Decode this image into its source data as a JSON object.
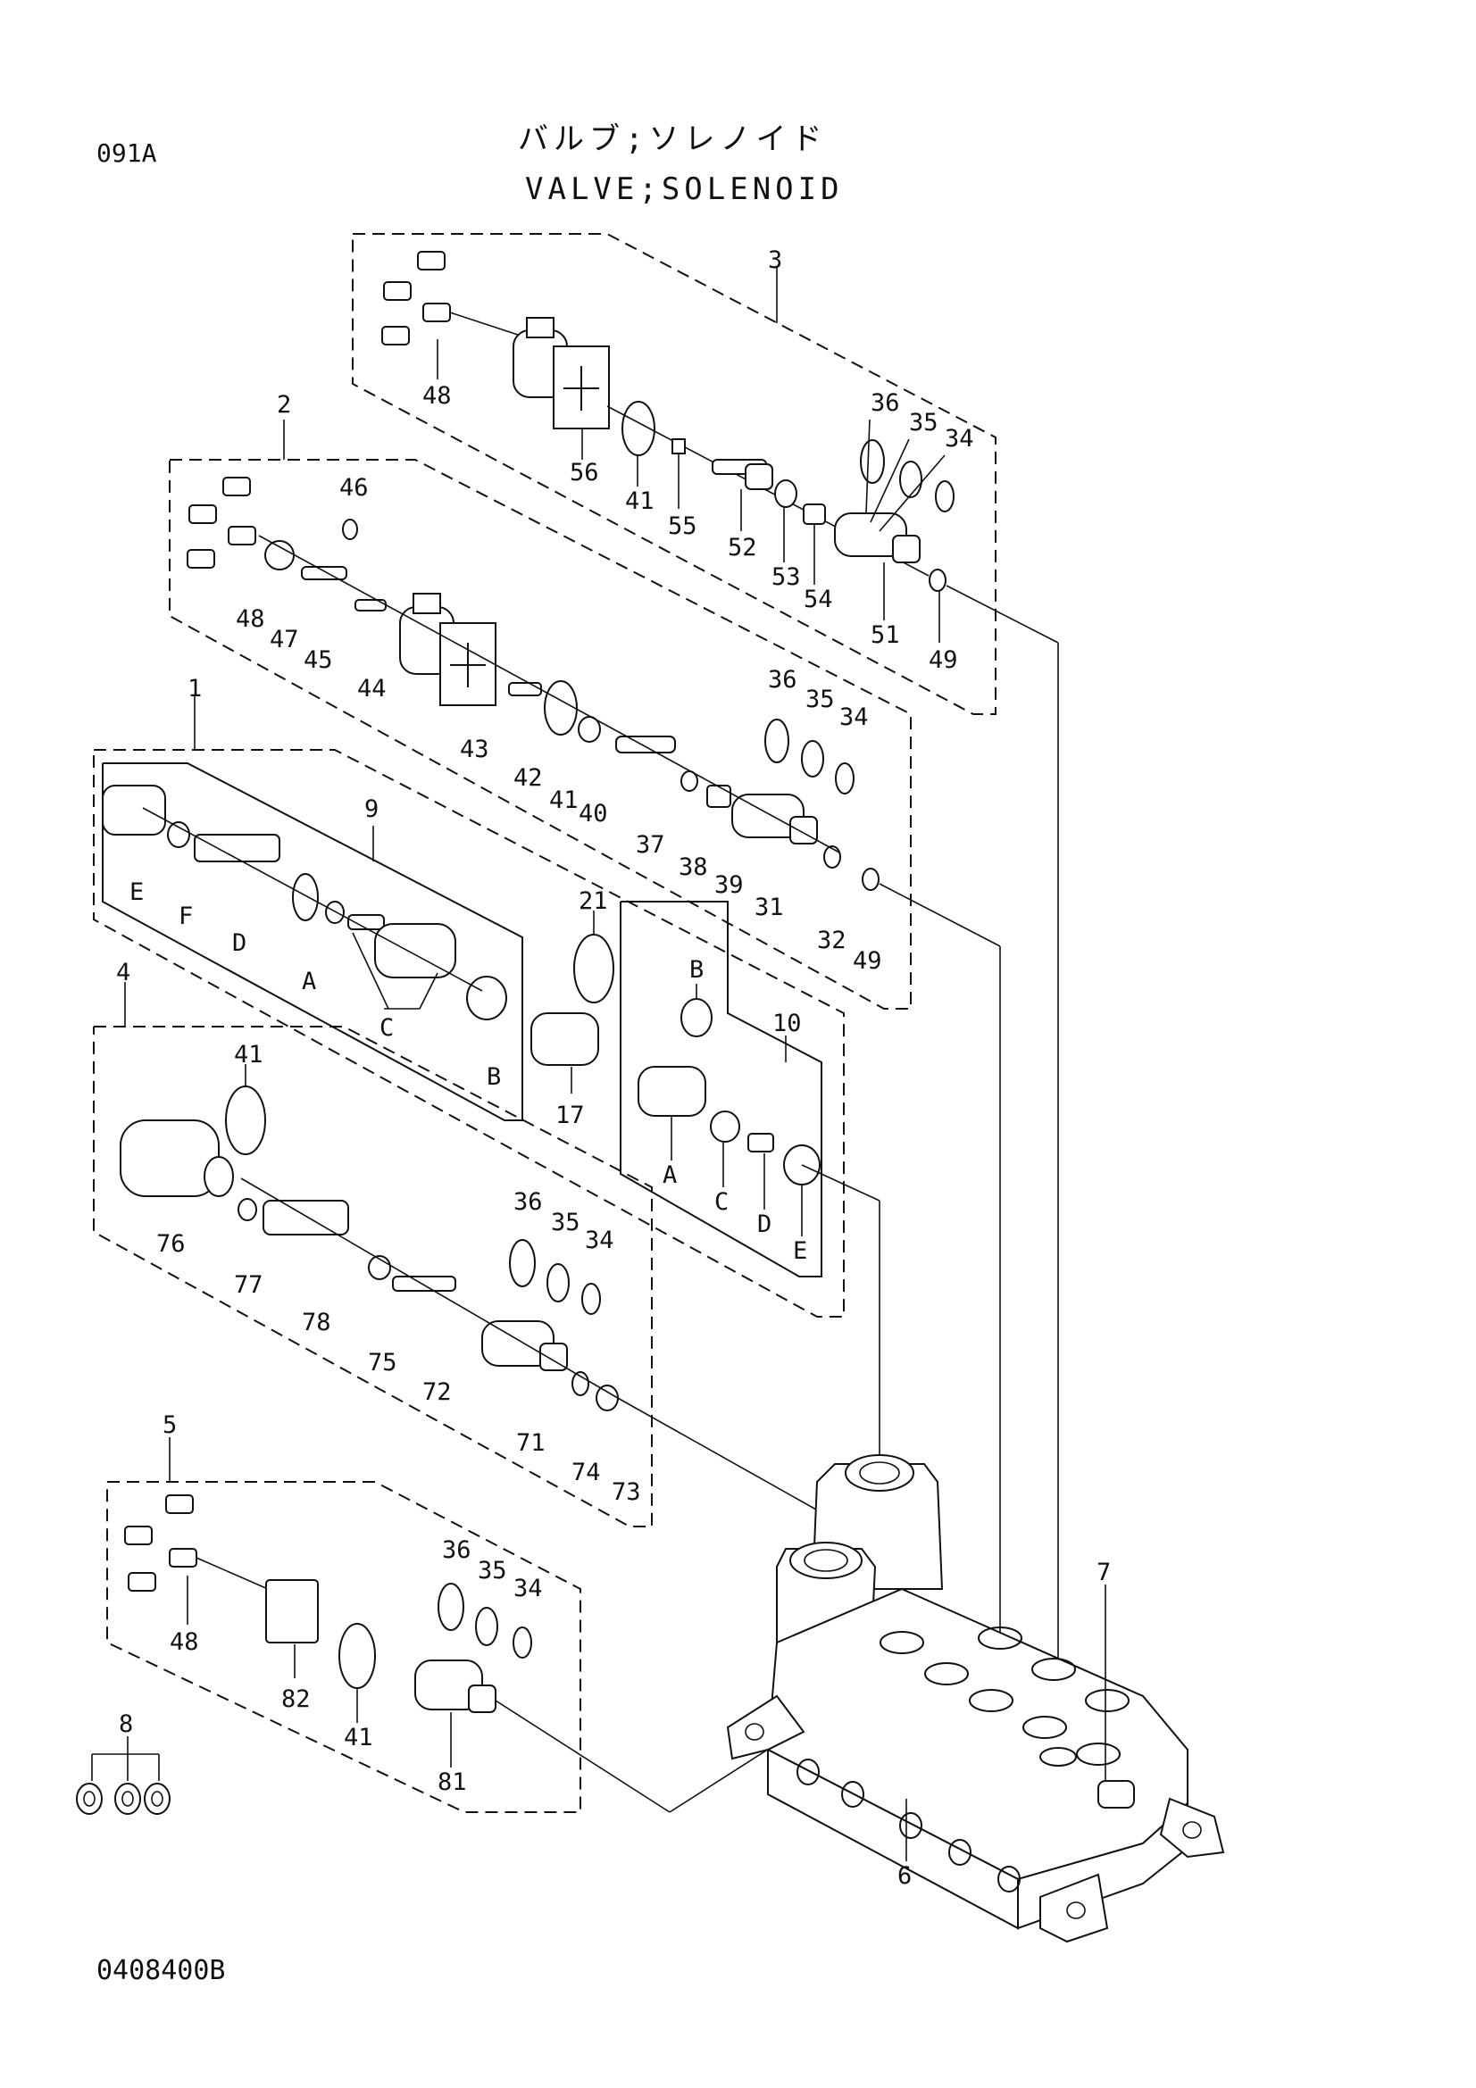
{
  "header": {
    "page_code": "091A",
    "title_jp": "バルブ;ソレノイド",
    "title_en": "VALVE;SOLENOID"
  },
  "footer": {
    "drawing_number": "0408400B"
  },
  "callouts": {
    "group_3": [
      "3",
      "48",
      "56",
      "41",
      "55",
      "52",
      "53",
      "54",
      "51",
      "49",
      "36",
      "35",
      "34"
    ],
    "group_2": [
      "2",
      "46",
      "48",
      "47",
      "45",
      "44",
      "43",
      "42",
      "41",
      "40",
      "37",
      "38",
      "39",
      "31",
      "32",
      "49",
      "36",
      "35",
      "34"
    ],
    "group_1": [
      "1",
      "9",
      "E",
      "F",
      "D",
      "A",
      "C",
      "B",
      "21",
      "17",
      "10",
      "B",
      "A",
      "C",
      "D",
      "E"
    ],
    "group_4": [
      "4",
      "41",
      "76",
      "77",
      "78",
      "75",
      "72",
      "71",
      "74",
      "73",
      "36",
      "35",
      "34"
    ],
    "group_5": [
      "5",
      "48",
      "82",
      "41",
      "81",
      "36",
      "35",
      "34"
    ],
    "misc": [
      "8",
      "7",
      "6"
    ]
  }
}
